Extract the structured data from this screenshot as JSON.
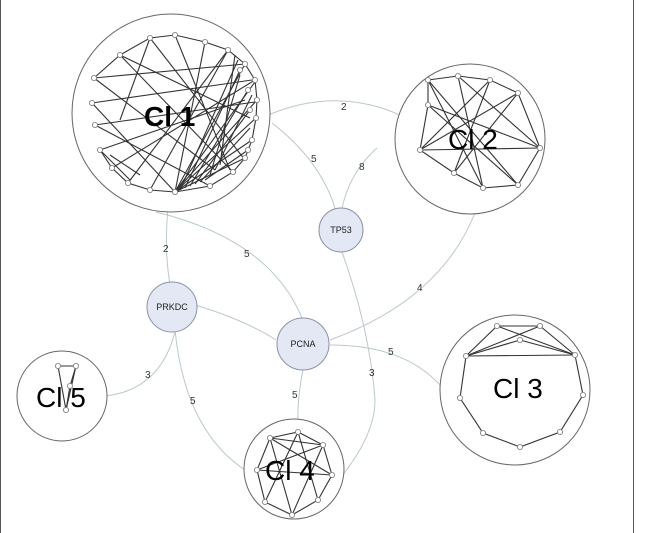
{
  "clusters": {
    "cl1": {
      "label": "Cl 1"
    },
    "cl2": {
      "label": "Cl 2"
    },
    "cl3": {
      "label": "Cl 3"
    },
    "cl4": {
      "label": "Cl 4"
    },
    "cl5": {
      "label": "Cl 5"
    }
  },
  "hubs": {
    "tp53": {
      "label": "TP53"
    },
    "prkdc": {
      "label": "PRKDC"
    },
    "pcna": {
      "label": "PCNA"
    }
  },
  "edges": {
    "cl1_cl2": {
      "label": "2"
    },
    "cl1_tp53": {
      "label": "5"
    },
    "cl2_tp53": {
      "label": "8"
    },
    "cl1_prkdc": {
      "label": "2"
    },
    "cl1_pcna": {
      "label": "5"
    },
    "cl2_pcna": {
      "label": "4"
    },
    "pcna_cl3": {
      "label": "5"
    },
    "tp53_cl4": {
      "label": "3"
    },
    "pcna_cl4": {
      "label": "5"
    },
    "prkdc_cl4": {
      "label": "5"
    },
    "prkdc_cl5": {
      "label": "3"
    }
  }
}
